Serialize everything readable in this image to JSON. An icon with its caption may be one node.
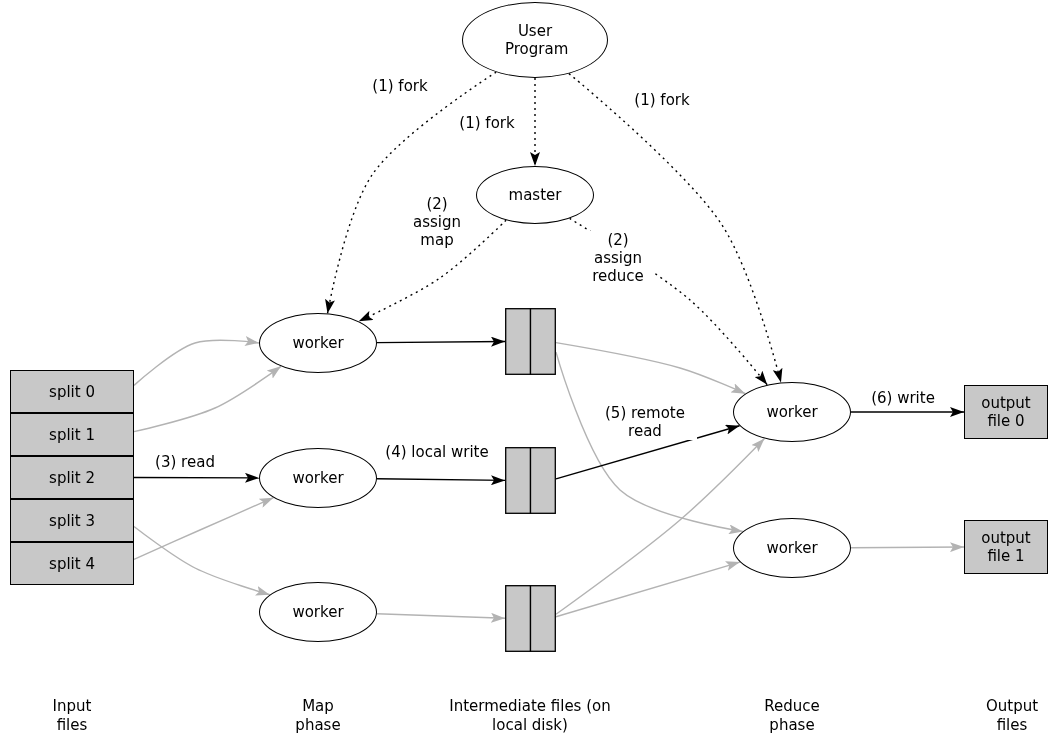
{
  "diagram": {
    "nodes": [
      {
        "text": [
          "User Program"
        ]
      },
      {
        "text": [
          "master"
        ]
      },
      {
        "text": [
          "worker"
        ]
      },
      {
        "text": [
          "worker"
        ]
      },
      {
        "text": [
          "worker"
        ]
      },
      {
        "text": [
          "split 0"
        ]
      },
      {
        "text": [
          "split 1"
        ]
      },
      {
        "text": [
          "split 2"
        ]
      },
      {
        "text": [
          "split 3"
        ]
      },
      {
        "text": [
          "split 4"
        ]
      },
      {
        "text": [],
        "shape": "box"
      },
      {
        "text": [],
        "shape": "box"
      },
      {
        "text": [],
        "shape": "box"
      },
      {
        "text": [
          "worker"
        ]
      },
      {
        "text": [
          "worker"
        ]
      },
      {
        "text": [
          "output file 0"
        ]
      },
      {
        "text": [
          "output file 1"
        ]
      }
    ],
    "edges": [
      {
        "from": 0,
        "to": 2,
        "arrow": "to",
        "label": "(1) fork",
        "style": "dashed"
      },
      {
        "from": 0,
        "to": 1,
        "arrow": "to",
        "label": "(1) fork",
        "style": "dashed"
      },
      {
        "from": 0,
        "to": 13,
        "arrow": "to",
        "label": "(1) fork",
        "style": "dashed"
      },
      {
        "from": 1,
        "to": 2,
        "arrow": "to",
        "label": "(2) assign map",
        "style": "dashed"
      },
      {
        "from": 1,
        "to": 13,
        "arrow": "to",
        "label": "(2) assign reduce",
        "style": "dashed"
      },
      {
        "from": 5,
        "to": 2,
        "arrow": "to",
        "color": "#b3b3b3"
      },
      {
        "from": 6,
        "to": 2,
        "arrow": "to",
        "color": "#b3b3b3"
      },
      {
        "from": 7,
        "to": 3,
        "arrow": "to",
        "label": "(3) read"
      },
      {
        "from": 9,
        "to": 3,
        "arrow": "to",
        "color": "#b3b3b3"
      },
      {
        "from": 8,
        "to": 4,
        "arrow": "to",
        "color": "#b3b3b3"
      },
      {
        "from": 2,
        "to": 10,
        "arrow": "to"
      },
      {
        "from": 3,
        "to": 11,
        "arrow": "to",
        "label": "(4) local write"
      },
      {
        "from": 4,
        "to": 12,
        "arrow": "to",
        "color": "#b3b3b3"
      },
      {
        "from": 10,
        "to": 13,
        "arrow": "to",
        "color": "#b3b3b3"
      },
      {
        "from": 10,
        "to": 14,
        "arrow": "to",
        "color": "#b3b3b3"
      },
      {
        "from": 11,
        "to": 13,
        "arrow": "to",
        "label": "(5) remote read"
      },
      {
        "from": 12,
        "to": 13,
        "arrow": "to",
        "color": "#b3b3b3"
      },
      {
        "from": 12,
        "to": 14,
        "arrow": "to",
        "color": "#b3b3b3"
      },
      {
        "from": 13,
        "to": 15,
        "arrow": "to",
        "label": "(6) write"
      },
      {
        "from": 14,
        "to": 16,
        "arrow": "to",
        "color": "#b3b3b3"
      }
    ],
    "labels": [
      "Input files",
      "Map phase",
      "Intermediate files (on local disk)",
      "Reduce phase",
      "Output files"
    ]
  }
}
